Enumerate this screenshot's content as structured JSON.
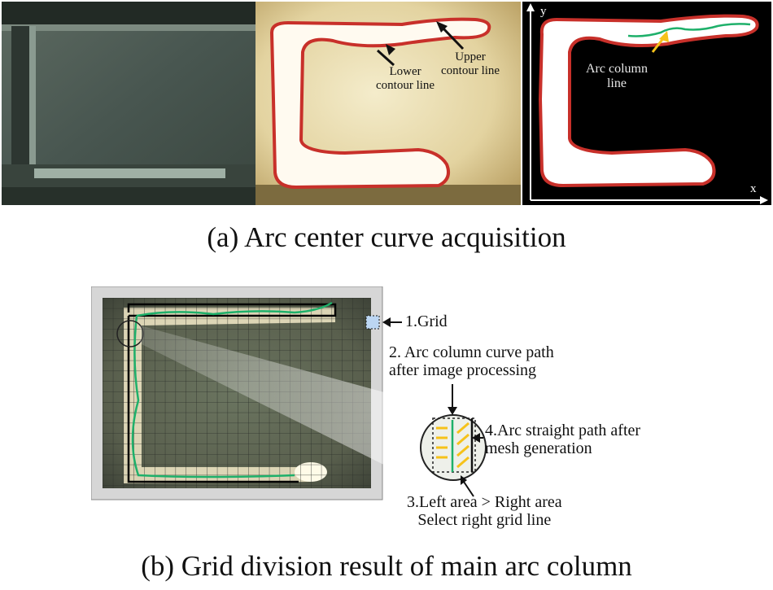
{
  "panel_a": {
    "caption": "(a) Arc center curve acquisition",
    "label_lower": "Lower contour line",
    "label_lower_l1": "Lower",
    "label_lower_l2": "contour line",
    "label_upper_l1": "Upper",
    "label_upper_l2": "contour line",
    "label_arc_l1": "Arc column",
    "label_arc_l2": "line",
    "axis_y": "y",
    "axis_x": "x"
  },
  "panel_b": {
    "caption": "(b) Grid division result of main arc column",
    "label_1": "1.Grid",
    "label_2_l1": "2. Arc column curve path",
    "label_2_l2": "after image processing",
    "label_3_l1": "3.Left area > Right area",
    "label_3_l2": "Select right grid line",
    "label_4_l1": "4.Arc straight path after",
    "label_4_l2": "mesh generation"
  },
  "colors": {
    "contour_red": "#c8302a",
    "arc_green": "#1eb06a",
    "highlight_yellow": "#f6c21a",
    "grid_cell_blue": "#bcd6f2"
  }
}
